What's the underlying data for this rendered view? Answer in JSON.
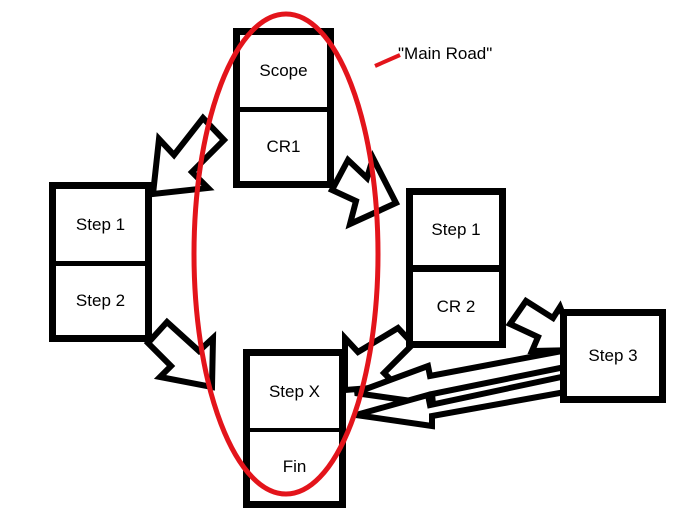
{
  "colors": {
    "road": "#e3141b",
    "stroke": "#000000",
    "fill": "#ffffff"
  },
  "main_road_label": "\"Main Road\"",
  "boxes": {
    "scope": "Scope",
    "cr1": "CR1",
    "left_step1": "Step 1",
    "left_step2": "Step 2",
    "right_step1": "Step 1",
    "cr2": "CR 2",
    "step3": "Step 3",
    "stepx": "Step X",
    "fin": "Fin"
  }
}
